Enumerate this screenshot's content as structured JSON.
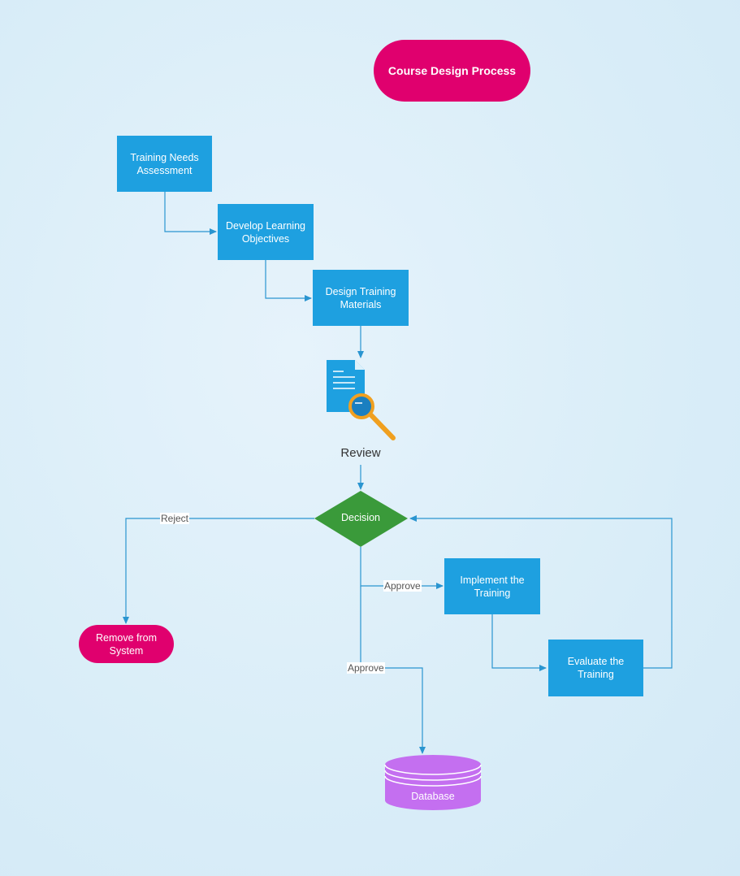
{
  "diagram": {
    "title": "Course Design Process",
    "steps": {
      "training_needs": "Training Needs Assessment",
      "learning_objectives": "Develop Learning Objectives",
      "training_materials": "Design Training Materials",
      "review": "Review",
      "decision": "Decision",
      "implement": "Implement the Training",
      "evaluate": "Evaluate the Training",
      "remove": "Remove from System",
      "database": "Database"
    },
    "edge_labels": {
      "reject": "Reject",
      "approve_implement": "Approve",
      "approve_database": "Approve"
    },
    "icons": {
      "review": "document-search-icon"
    },
    "colors": {
      "process": "#1ea0e0",
      "terminal": "#e0006e",
      "decision": "#3a9a3a",
      "database": "#c46ff0",
      "connector": "#2a95d0",
      "magnifier": "#f0a020"
    }
  }
}
